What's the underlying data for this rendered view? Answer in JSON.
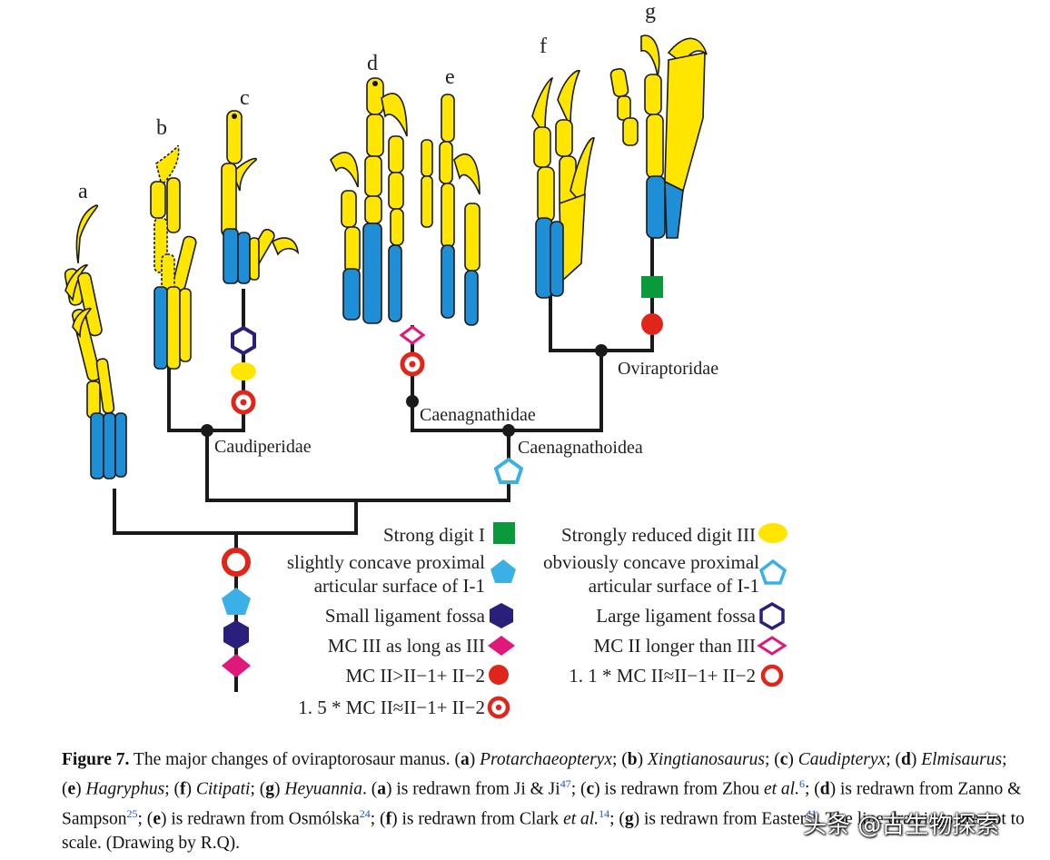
{
  "panel_letters": [
    "a",
    "b",
    "c",
    "d",
    "e",
    "f",
    "g"
  ],
  "clades": {
    "caudiperidae": "Caudiperidae",
    "caenagnathidae": "Caenagnathidae",
    "caenagnathoidea": "Caenagnathoidea",
    "oviraptoridae": "Oviraptoridae"
  },
  "legend_left": [
    {
      "text": "Strong digit I",
      "symbol": "green-square"
    },
    {
      "text": "slightly concave proximal",
      "symbol": "filled-pentagon"
    },
    {
      "text": "articular surface of I-1",
      "symbol": ""
    },
    {
      "text": "Small ligament fossa",
      "symbol": "filled-hexagon"
    },
    {
      "text": "MC III  as long as  III",
      "symbol": "filled-diamond"
    },
    {
      "text": "MC II>II−1+ II−2",
      "symbol": "red-dot"
    },
    {
      "text": "1. 5 * MC II≈II−1+ II−2",
      "symbol": "target"
    }
  ],
  "legend_right": [
    {
      "text": "Strongly reduced digit III",
      "symbol": "yellow-ellipse"
    },
    {
      "text": "obviously concave proximal",
      "symbol": "open-pentagon"
    },
    {
      "text": "articular surface of I-1",
      "symbol": ""
    },
    {
      "text": "Large ligament fossa",
      "symbol": "open-hexagon"
    },
    {
      "text": "MC II  longer than III",
      "symbol": "open-diamond"
    },
    {
      "text": "1. 1 *  MC II≈II−1+ II−2",
      "symbol": "red-ring"
    }
  ],
  "caption": {
    "label": "Figure 7.",
    "t1": "The major changes of oviraptorosaur manus. (",
    "a": "a",
    "a_name": "Protarchaeopteryx",
    "b": "b",
    "b_name": "Xingtianosaurus",
    "c": "c",
    "c_name": "Caudipteryx",
    "d": "d",
    "d_name": "Elmisaurus",
    "e": "e",
    "e_name": "Hagryphus",
    "f": "f",
    "f_name": "Citipati",
    "g": "g",
    "g_name": "Heyuannia",
    "ref_a": "is redrawn from Ji & Ji",
    "ref_a_n": "47",
    "ref_c": "is redrawn from Zhou",
    "ref_c2": "et al.",
    "ref_c_n": "6",
    "ref_d": "is redrawn from Zanno & Sampson",
    "ref_d_n": "25",
    "ref_e": "is redrawn from Osmólska",
    "ref_e_n": "24",
    "ref_f": "is redrawn from Clark",
    "ref_f2": "et al.",
    "ref_f_n": "14",
    "ref_g": "is redrawn from Easter",
    "ref_g_n": "41",
    "tail": ". The line drawings are not to scale. (Drawing by R.Q)."
  },
  "watermark": "头条 @古生物探索",
  "colors": {
    "bone_yellow": "#ffe600",
    "bone_blue": "#1e8fd6",
    "red": "#e0251b",
    "green": "#0a9a3c",
    "navy": "#2a1f7a",
    "magenta": "#e0187a",
    "cyan": "#3ab0e6"
  }
}
